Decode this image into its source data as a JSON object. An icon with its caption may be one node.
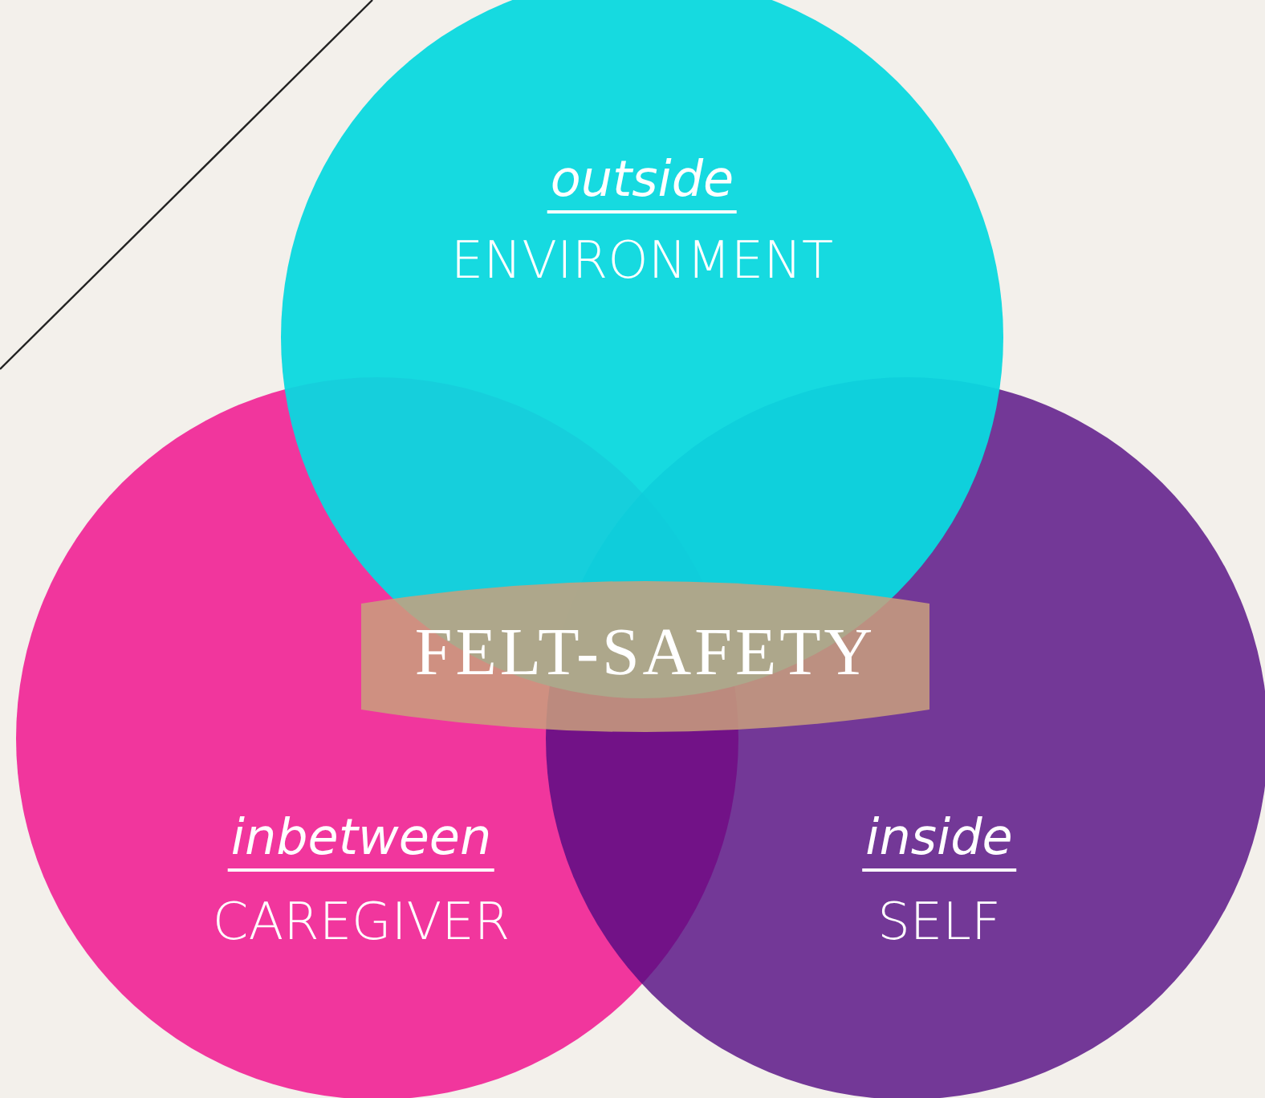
{
  "diagram": {
    "nodes": [
      {
        "text": [
          "outside",
          "ENVIRONMENT"
        ]
      },
      {
        "text": [
          "inbetween",
          "CAREGIVER"
        ]
      },
      {
        "text": [
          "inside",
          "SELF"
        ]
      },
      {
        "text": [
          "FELT-SAFETY"
        ]
      }
    ]
  }
}
